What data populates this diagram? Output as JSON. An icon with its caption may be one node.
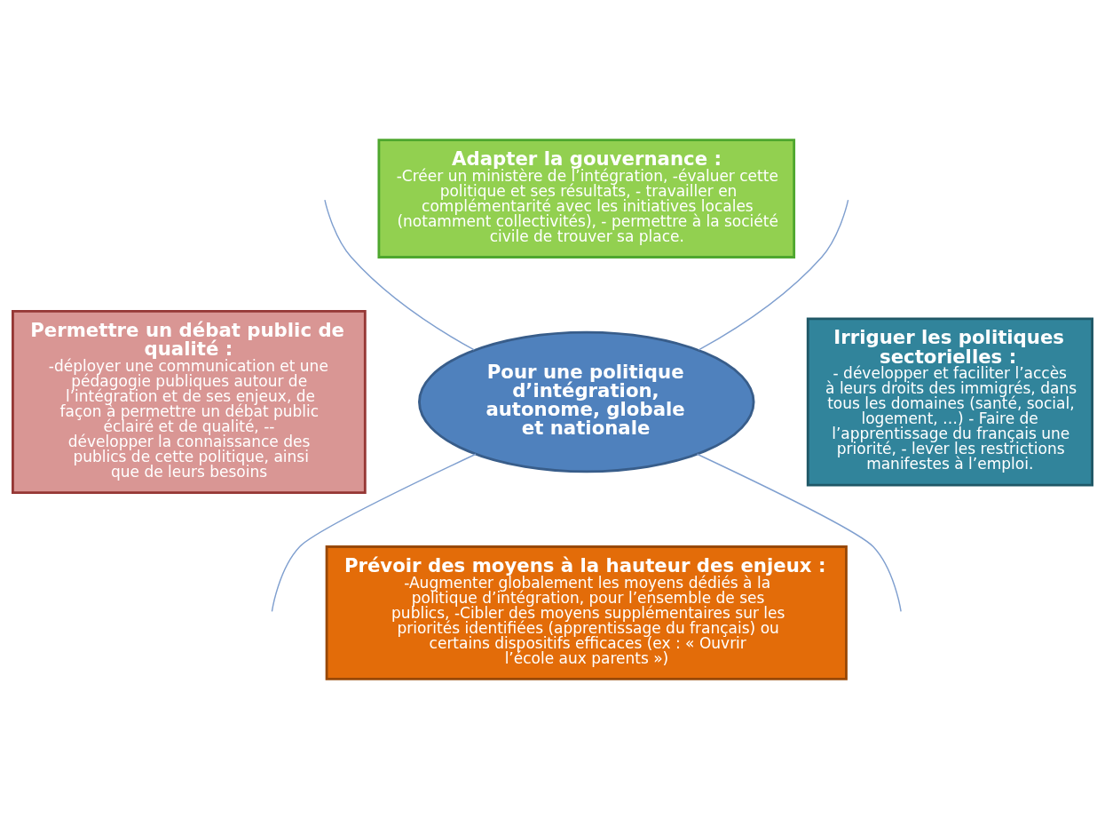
{
  "diagram": {
    "nodes": [
      {
        "text": [
          "Adapter la gouvernance :",
          "-Créer un ministère de l’intégration, -évaluer cette politique et ses résultats, - travailler en complémentarité avec les initiatives locales (notamment collectivités), - permettre à la société civile de trouver sa place."
        ]
      },
      {
        "text": [
          "Permettre un débat public de qualité :",
          "-déployer une communication et une pédagogie publiques autour de l’intégration et de ses enjeux, de façon à permettre un débat public éclairé et de qualité, -- développer la connaissance des publics de cette politique, ainsi que de leurs besoins"
        ]
      },
      {
        "text": [
          "Pour une politique d’intégration, autonome, globale et nationale"
        ]
      },
      {
        "text": [
          "Irriguer les politiques sectorielles :",
          "- développer et faciliter l’accès à leurs droits des immigrés, dans tous les domaines (santé, social, logement, …) - Faire de l’apprentissage du français une priorité, - lever les restrictions manifestes à l’emploi."
        ]
      },
      {
        "text": [
          "Prévoir des moyens à la hauteur des enjeux :",
          "-Augmenter globalement les moyens dédiés à la politique d’intégration, pour l’ensemble de ses publics, -Cibler des moyens supplémentaires sur les priorités identifiées (apprentissage du français) ou certains dispositifs efficaces (ex : « Ouvrir l’école aux parents »)"
        ]
      }
    ],
    "edges": [
      {
        "from": 2,
        "to": null,
        "arrow": "none"
      },
      {
        "from": 2,
        "to": null,
        "arrow": "none"
      },
      {
        "from": 2,
        "to": null,
        "arrow": "none"
      },
      {
        "from": 2,
        "to": null,
        "arrow": "none"
      }
    ]
  }
}
